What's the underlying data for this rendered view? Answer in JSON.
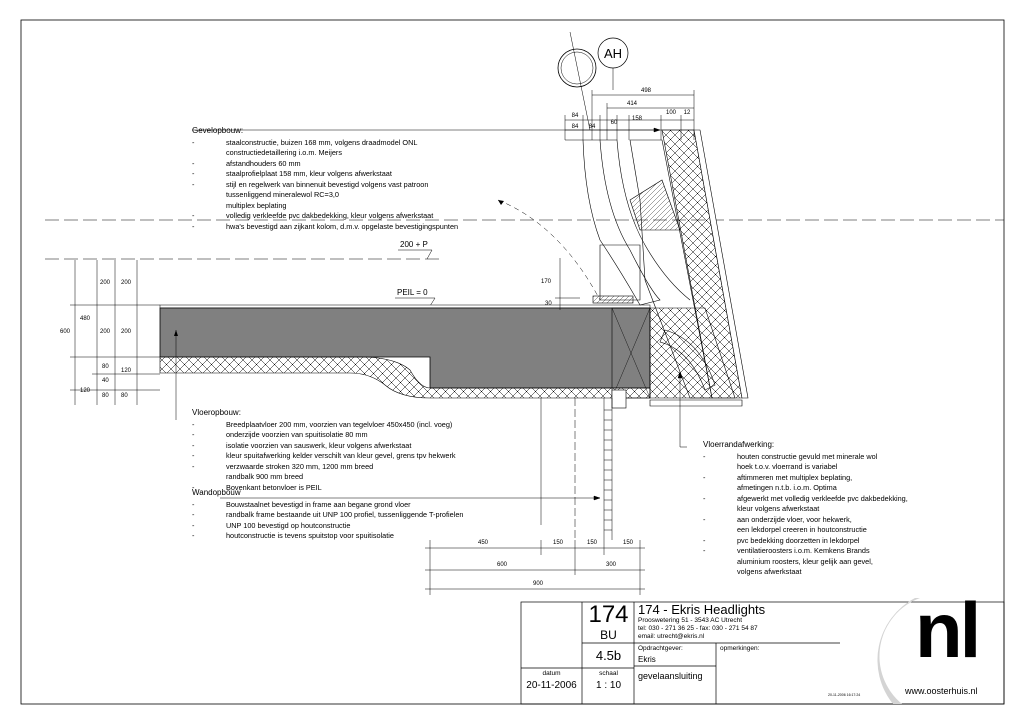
{
  "drawing": {
    "grid_label": "AH",
    "dims_top": [
      "498",
      "414",
      "84",
      "84",
      "84",
      "60",
      "158",
      "100",
      "12"
    ],
    "level_p": "200 + P",
    "level_peil": "PEIL = 0",
    "dims_left": [
      "600",
      "480",
      "200",
      "200",
      "200",
      "200",
      "120",
      "80",
      "40",
      "80",
      "80",
      "120"
    ],
    "dims_mid": [
      "170",
      "30"
    ],
    "dims_bottom": [
      "450",
      "150",
      "150",
      "150",
      "600",
      "300",
      "900"
    ]
  },
  "notes": {
    "gevel": {
      "title": "Gevelopbouw:",
      "items": [
        {
          "dash": "-",
          "text": "staalconstructie, buizen 168 mm, volgens draadmodel ONL"
        },
        {
          "dash": "",
          "text": "constructiedetaillering i.o.m. Meijers"
        },
        {
          "dash": "-",
          "text": "afstandhouders 60 mm"
        },
        {
          "dash": "-",
          "text": "staalprofielplaat 158 mm, kleur volgens afwerkstaat"
        },
        {
          "dash": "-",
          "text": "stijl en regelwerk van binnenuit bevestigd volgens vast patroon"
        },
        {
          "dash": "",
          "text": "tussenliggend mineralewol RC=3,0"
        },
        {
          "dash": "",
          "text": "multiplex beplating"
        },
        {
          "dash": "-",
          "text": "volledig verkleefde pvc dakbedekking, kleur volgens afwerkstaat"
        },
        {
          "dash": "-",
          "text": "hwa's bevestigd aan zijkant kolom, d.m.v. opgelaste bevestigingspunten"
        }
      ]
    },
    "vloer": {
      "title": "Vloeropbouw:",
      "items": [
        {
          "dash": "-",
          "text": "Breedplaatvloer 200 mm, voorzien van tegelvloer 450x450 (incl. voeg)"
        },
        {
          "dash": "-",
          "text": "onderzijde voorzien van spuitisolatie 80 mm"
        },
        {
          "dash": "-",
          "text": "isolatie voorzien van sauswerk, kleur volgens afwerkstaat"
        },
        {
          "dash": "-",
          "text": "kleur spuitafwerking kelder verschilt van kleur gevel, grens tpv hekwerk"
        },
        {
          "dash": "-",
          "text": "verzwaarde stroken 320 mm, 1200 mm breed"
        },
        {
          "dash": "",
          "text": "randbalk 900 mm breed"
        },
        {
          "dash": "-",
          "text": "Bovenkant betonvloer is PEIL"
        }
      ]
    },
    "wand": {
      "title": "Wandopbouw",
      "items": [
        {
          "dash": "-",
          "text": "Bouwstaalnet bevestigd in frame aan begane grond vloer"
        },
        {
          "dash": "-",
          "text": "randbalk frame bestaande uit UNP 100 profiel, tussenliggende T-profielen"
        },
        {
          "dash": "-",
          "text": "UNP 100 bevestigd op houtconstructie"
        },
        {
          "dash": "-",
          "text": "houtconstructie is tevens spuitstop voor spuitisolatie"
        }
      ]
    },
    "rand": {
      "title": "Vloerrandafwerking:",
      "items": [
        {
          "dash": "-",
          "text": "houten constructie gevuld met minerale wol"
        },
        {
          "dash": "",
          "text": "hoek t.o.v. vloerrand is variabel"
        },
        {
          "dash": "-",
          "text": "aftimmeren met multiplex beplating,"
        },
        {
          "dash": "",
          "text": "afmetingen n.t.b. i.o.m. Optima"
        },
        {
          "dash": "-",
          "text": "afgewerkt met volledig verkleefde pvc dakbedekking,"
        },
        {
          "dash": "",
          "text": "kleur volgens afwerkstaat"
        },
        {
          "dash": "-",
          "text": "aan onderzijde vloer, voor hekwerk,"
        },
        {
          "dash": "",
          "text": "een lekdorpel creeren in houtconstructie"
        },
        {
          "dash": "-",
          "text": "pvc bedekking doorzetten in lekdorpel"
        },
        {
          "dash": "-",
          "text": "ventilatieroosters i.o.m. Kemkens Brands"
        },
        {
          "dash": "",
          "text": "aluminium roosters, kleur gelijk aan gevel,"
        },
        {
          "dash": "",
          "text": "volgens afwerkstaat"
        }
      ]
    }
  },
  "titleblock": {
    "number": "174",
    "code": "BU",
    "sheet": "4.5b",
    "datum_label": "datum",
    "datum": "20-11-2006",
    "schaal_label": "schaal",
    "schaal": "1 : 10",
    "project": "174 - Ekris Headlights",
    "address": "Prooswetering 51 - 3543 AC Utrecht",
    "phone": "tel: 030 - 271 36 25 - fax: 030 - 271 54 87",
    "email": "email: utrecht@ekris.nl",
    "client_label": "Opdrachtgever:",
    "client": "Ekris",
    "remarks_label": "opmerkingen:",
    "subject": "gevelaansluiting",
    "logo": "nl",
    "website": "www.oosterhuis.nl",
    "stamp": "20-11-2006 16:17:24"
  },
  "colors": {
    "concrete": "#808080",
    "line": "#000000",
    "paper": "#ffffff",
    "logo_ring": "#d4d4d4"
  }
}
